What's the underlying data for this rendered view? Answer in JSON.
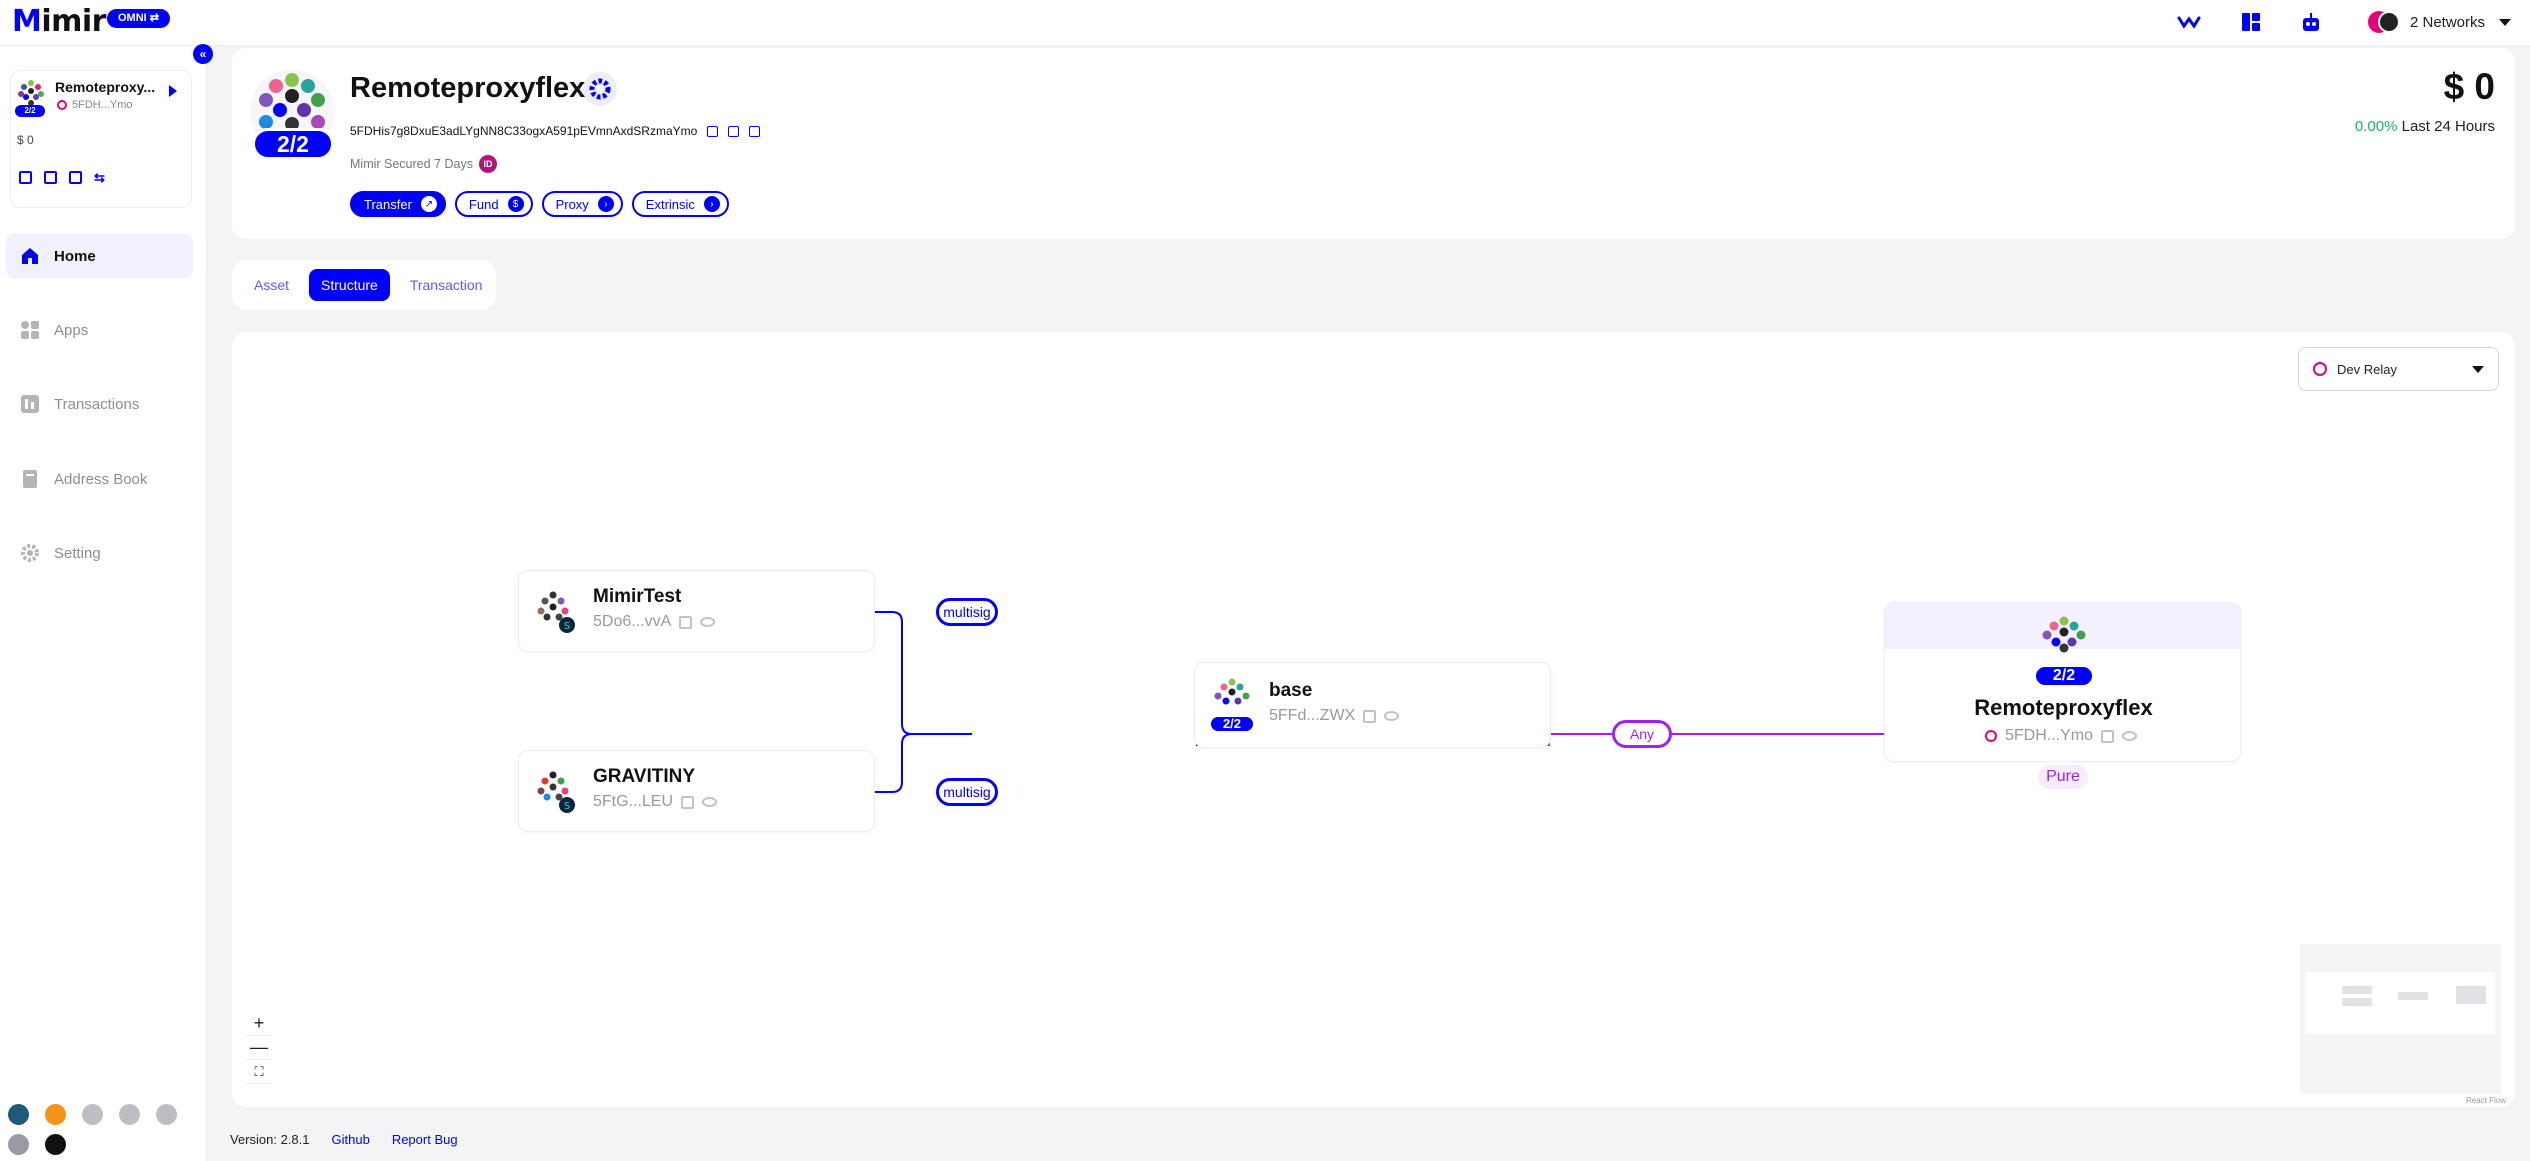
{
  "app": {
    "logo_first": "M",
    "logo_rest": "imir",
    "badge": "OMNI"
  },
  "topbar": {
    "networks_label": "2 Networks"
  },
  "sidebar": {
    "account": {
      "name": "Remoteproxy...",
      "threshold": "2/2",
      "address": "5FDH...Ymo",
      "balance": "$ 0"
    },
    "nav": [
      {
        "label": "Home",
        "icon": "home-icon",
        "active": true
      },
      {
        "label": "Apps",
        "icon": "apps-icon",
        "active": false
      },
      {
        "label": "Transactions",
        "icon": "transactions-icon",
        "active": false
      },
      {
        "label": "Address Book",
        "icon": "address-book-icon",
        "active": false
      },
      {
        "label": "Setting",
        "icon": "gear-icon",
        "active": false
      }
    ]
  },
  "header": {
    "title": "Remoteproxyflex",
    "threshold": "2/2",
    "address": "5FDHis7g8DxuE3adLYgNN8C33ogxA591pEVmnAxdSRzmaYmo",
    "secured_text": "Mimir Secured 7 Days",
    "id_badge": "ID",
    "balance": "$ 0",
    "change_pct": "0.00%",
    "change_label": "Last 24 Hours",
    "actions": [
      {
        "label": "Transfer",
        "icon": "arrow-up-right-icon",
        "primary": true
      },
      {
        "label": "Fund",
        "icon": "fund-icon",
        "primary": false
      },
      {
        "label": "Proxy",
        "icon": "arrow-right-icon",
        "primary": false
      },
      {
        "label": "Extrinsic",
        "icon": "arrow-right-icon",
        "primary": false
      }
    ]
  },
  "tabs": [
    {
      "label": "Asset",
      "active": false
    },
    {
      "label": "Structure",
      "active": true
    },
    {
      "label": "Transaction",
      "active": false
    }
  ],
  "structure": {
    "relay_selector": "Dev Relay",
    "nodes": {
      "mimirtest": {
        "name": "MimirTest",
        "address": "5Do6...vvA"
      },
      "gravitiny": {
        "name": "GRAVITINY",
        "address": "5FtG...LEU"
      },
      "base": {
        "name": "base",
        "address": "5FFd...ZWX",
        "threshold": "2/2"
      },
      "remote": {
        "name": "Remoteproxyflex",
        "address": "5FDH...Ymo",
        "threshold": "2/2",
        "tag": "Pure"
      }
    },
    "edges": {
      "multisig_1": "multisig",
      "multisig_2": "multisig",
      "any": "Any"
    },
    "zoom": {
      "in": "+",
      "out": "—",
      "fit": "⛶"
    },
    "attribution": "React Flow"
  },
  "footer": {
    "version": "Version: 2.8.1",
    "github": "Github",
    "report_bug": "Report Bug"
  },
  "colors": {
    "accent": "#0000ff",
    "pure_purple": "#a020f0",
    "positive": "#19b36b",
    "polkadot_pink": "#e6007a"
  }
}
